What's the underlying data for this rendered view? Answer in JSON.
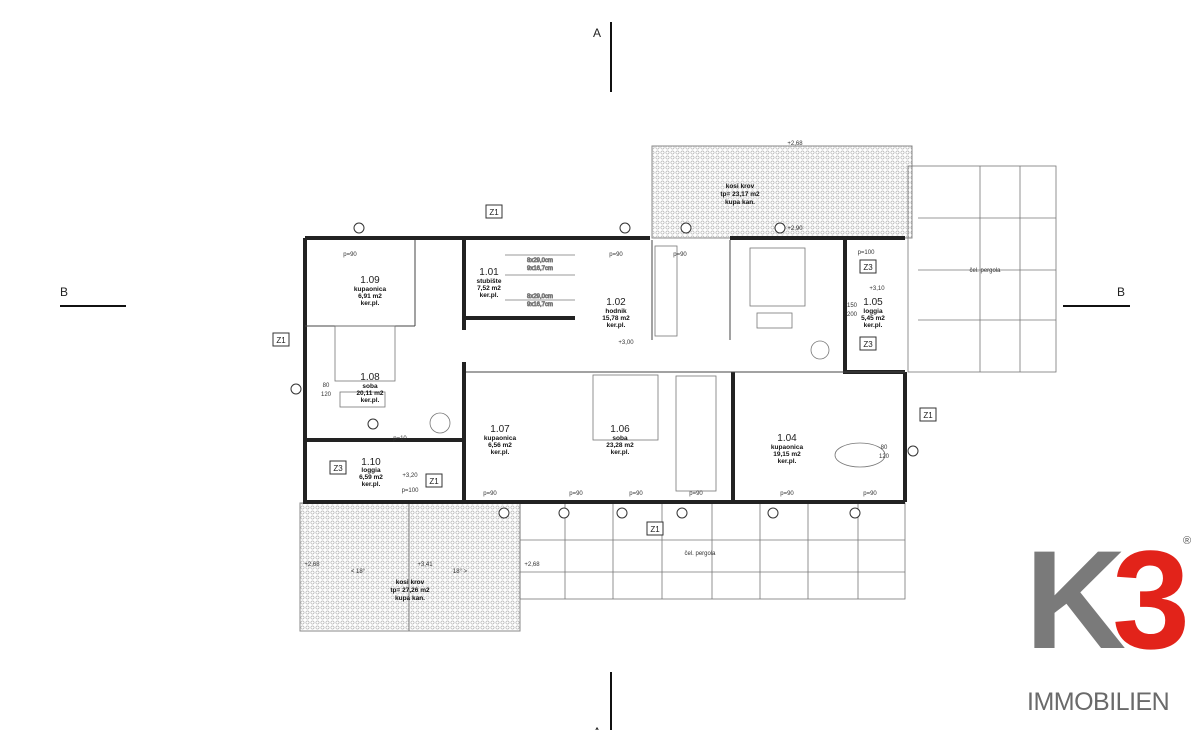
{
  "sections": {
    "a_top": "A",
    "a_bottom": "A",
    "b_left": "B",
    "b_right": "B"
  },
  "rooms": [
    {
      "num": "1.09",
      "name": "kupaonica",
      "area": "6,91 m2",
      "floor": "ker.pl."
    },
    {
      "num": "1.01",
      "name": "stubište",
      "area": "7,52 m2",
      "floor": "ker.pl."
    },
    {
      "num": "1.02",
      "name": "hodnik",
      "area": "15,78 m2",
      "floor": "ker.pl."
    },
    {
      "num": "1.08",
      "name": "soba",
      "area": "20,11 m2",
      "floor": "ker.pl."
    },
    {
      "num": "1.10",
      "name": "loggia",
      "area": "6,59 m2",
      "floor": "ker.pl."
    },
    {
      "num": "1.07",
      "name": "kupaonica",
      "area": "6,56 m2",
      "floor": "ker.pl."
    },
    {
      "num": "1.06",
      "name": "soba",
      "area": "23,28 m2",
      "floor": "ker.pl."
    },
    {
      "num": "1.05",
      "name": "loggia",
      "area": "5,45 m2",
      "floor": "ker.pl."
    },
    {
      "num": "1.04",
      "name": "kupaonica",
      "area": "19,15 m2",
      "floor": "ker.pl."
    }
  ],
  "roofs": [
    {
      "name": "kosi krov",
      "area": "tp= 23,17 m2",
      "material": "kupa kan."
    },
    {
      "name": "kosi krov",
      "area": "tp= 27,26 m2",
      "material": "kupa kan.",
      "slope_left": "< 18°",
      "slope_right": "18° >"
    }
  ],
  "pergola": [
    "čel. pergola",
    "čel. pergola"
  ],
  "stairs": [
    "8x29,0cm",
    "9x16,7cm",
    "8x29,0cm",
    "9x16,7cm"
  ],
  "tags": {
    "z1": "Z1",
    "z3": "Z3"
  },
  "levels": {
    "roof_top": "+2,68",
    "roof_top2": "+2,90",
    "hall": "+3,00",
    "loggia5": "+3,10",
    "loggia10": "+3,20",
    "roof_bl": "+2,68",
    "roof_bm": "+3,41",
    "roof_br": "+2,68"
  },
  "openings": {
    "p90": "p=90",
    "p100": "p=100",
    "p10": "p=10",
    "d80": "80",
    "d120": "120",
    "d150": "150",
    "d200": "200"
  },
  "logo": {
    "brand": "K3",
    "reg": "®",
    "sub": "IMMOBILIEN",
    "gray": "#7a7a7a",
    "red": "#e2231a"
  }
}
